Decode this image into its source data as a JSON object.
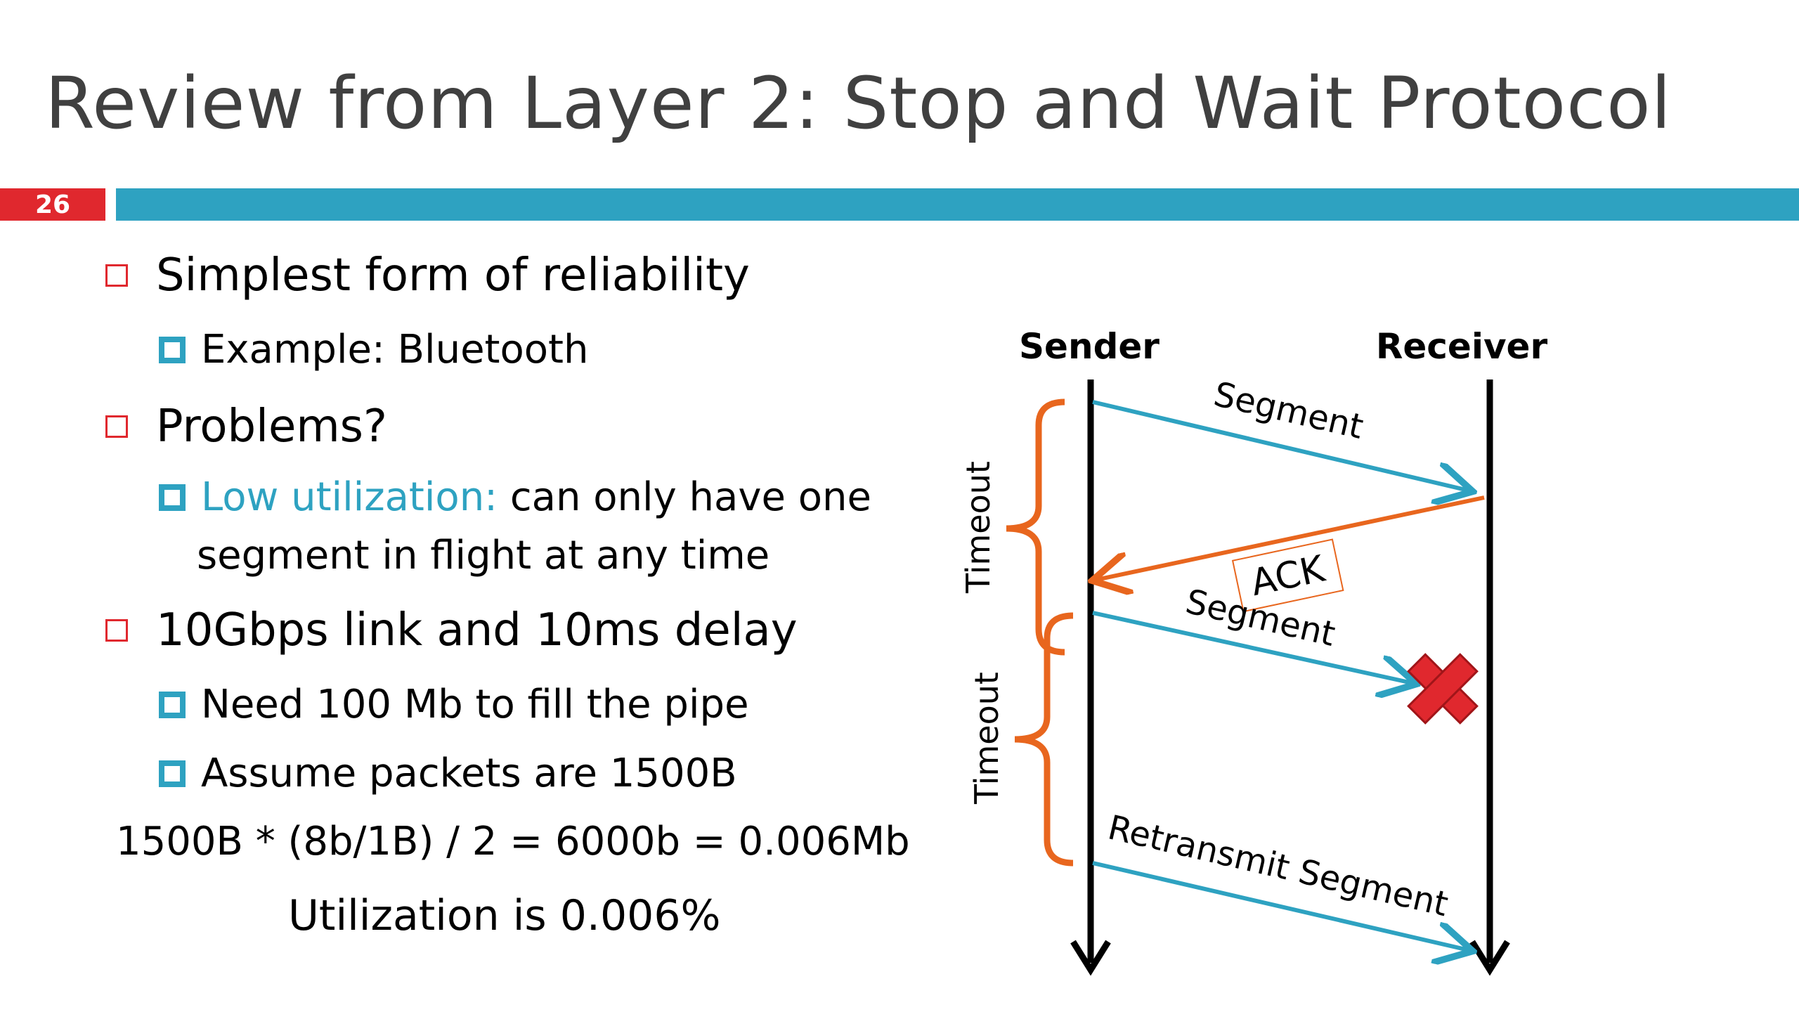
{
  "slide": {
    "title": "Review from Layer 2: Stop and Wait Protocol",
    "number": "26"
  },
  "bullets": {
    "b1": "Simplest form of reliability",
    "b1a": "Example: Bluetooth",
    "b2": "Problems?",
    "b2a_highlight": "Low utilization:",
    "b2a_rest": " can only have one",
    "b2a_cont": "segment in flight at any time",
    "b3": "10Gbps link and 10ms delay",
    "b3a": "Need 100 Mb to fill the pipe",
    "b3b": "Assume packets are 1500B",
    "calc": "1500B * (8b/1B) / 2 = 6000b = 0.006Mb",
    "utilization": "Utilization is 0.006%"
  },
  "diagram": {
    "sender": "Sender",
    "receiver": "Receiver",
    "timeout1": "Timeout",
    "timeout2": "Timeout",
    "segment1": "Segment",
    "ack": "ACK",
    "segment2": "Segment",
    "retransmit": "Retransmit Segment",
    "lost_icon": "red-x-icon"
  },
  "colors": {
    "accent_red": "#e0282e",
    "accent_blue": "#2ea2c1",
    "ack_orange": "#e8661e",
    "title_gray": "#404040"
  }
}
